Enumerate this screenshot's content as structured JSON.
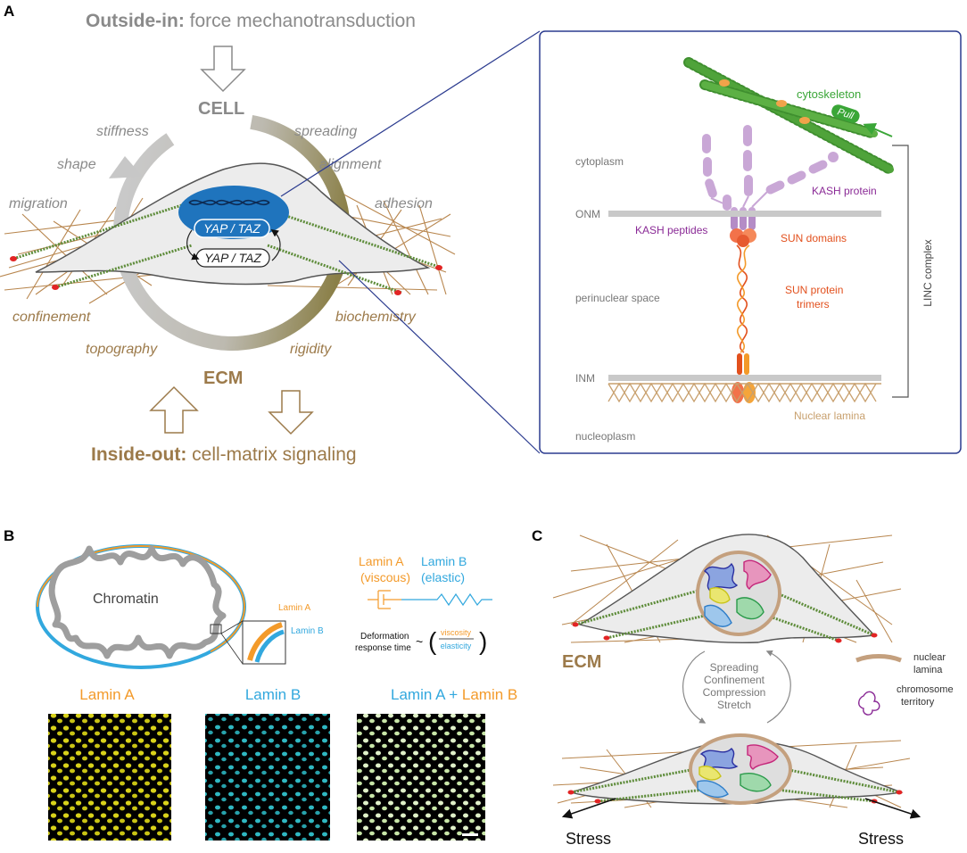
{
  "colors": {
    "gray_text": "#8a8a8a",
    "brown": "#9c7a4a",
    "olive": "#8a7f47",
    "fiber": "#b8864e",
    "blue_nucleus": "#1f74bd",
    "green_actin": "#5e8c3a",
    "purple_kash": "#c9a7d6",
    "kash_text": "#8a2a96",
    "sun_text": "#e2501d",
    "lamin_orange": "#f39a2a",
    "lamin_blue": "#32a8de",
    "panel_border": "#2b3b8f",
    "red_adhesion": "#e22424"
  },
  "panelA": {
    "label": "A",
    "outside_in_bold": "Outside-in:",
    "outside_in_rest": " force mechanotransduction",
    "cell": "CELL",
    "ecm": "ECM",
    "inside_out_bold": "Inside-out:",
    "inside_out_rest": " cell-matrix signaling",
    "yap1": "YAP / TAZ",
    "yap2": "YAP / TAZ",
    "cell_words": {
      "stiffness": "stiffness",
      "spreading": "spreading",
      "shape": "shape",
      "alignment": "alignment",
      "migration": "migration",
      "adhesion": "adhesion"
    },
    "ecm_words": {
      "confinement": "confinement",
      "biochemistry": "biochemistry",
      "topography": "topography",
      "rigidity": "rigidity"
    },
    "inset": {
      "cytoskeleton": "cytoskeleton",
      "pull": "Pull",
      "cytoplasm": "cytoplasm",
      "kash_protein": "KASH protein",
      "onm": "ONM",
      "kash_peptides": "KASH peptides",
      "sun_domains": "SUN domains",
      "perinuclear": "perinuclear space",
      "sun_trimers_1": "SUN protein",
      "sun_trimers_2": "trimers",
      "inm": "INM",
      "nuclear_lamina": "Nuclear lamina",
      "nucleoplasm": "nucleoplasm",
      "linc": "LINC complex"
    }
  },
  "panelB": {
    "label": "B",
    "chromatin": "Chromatin",
    "lamin_a_small": "Lamin A",
    "lamin_b_small": "Lamin B",
    "lamin_a_head": "Lamin A",
    "viscous": "(viscous)",
    "lamin_b_head": "Lamin B",
    "elastic": "(elastic)",
    "deformation_1": "Deformation",
    "deformation_2": "response time",
    "tilde": "~",
    "viscosity": "viscosity",
    "elasticity": "elasticity",
    "img1_title": "Lamin A",
    "img2_title": "Lamin B",
    "img3_title_a": "Lamin A",
    "img3_plus": " + ",
    "img3_title_b": "Lamin B"
  },
  "panelC": {
    "label": "C",
    "ecm": "ECM",
    "cycle_words": [
      "Spreading",
      "Confinement",
      "Compression",
      "Stretch"
    ],
    "legend_lamina_1": "nuclear",
    "legend_lamina_2": "lamina",
    "legend_chrom_1": "chromosome",
    "legend_chrom_2": "territory",
    "stress_left": "Stress",
    "stress_right": "Stress"
  }
}
